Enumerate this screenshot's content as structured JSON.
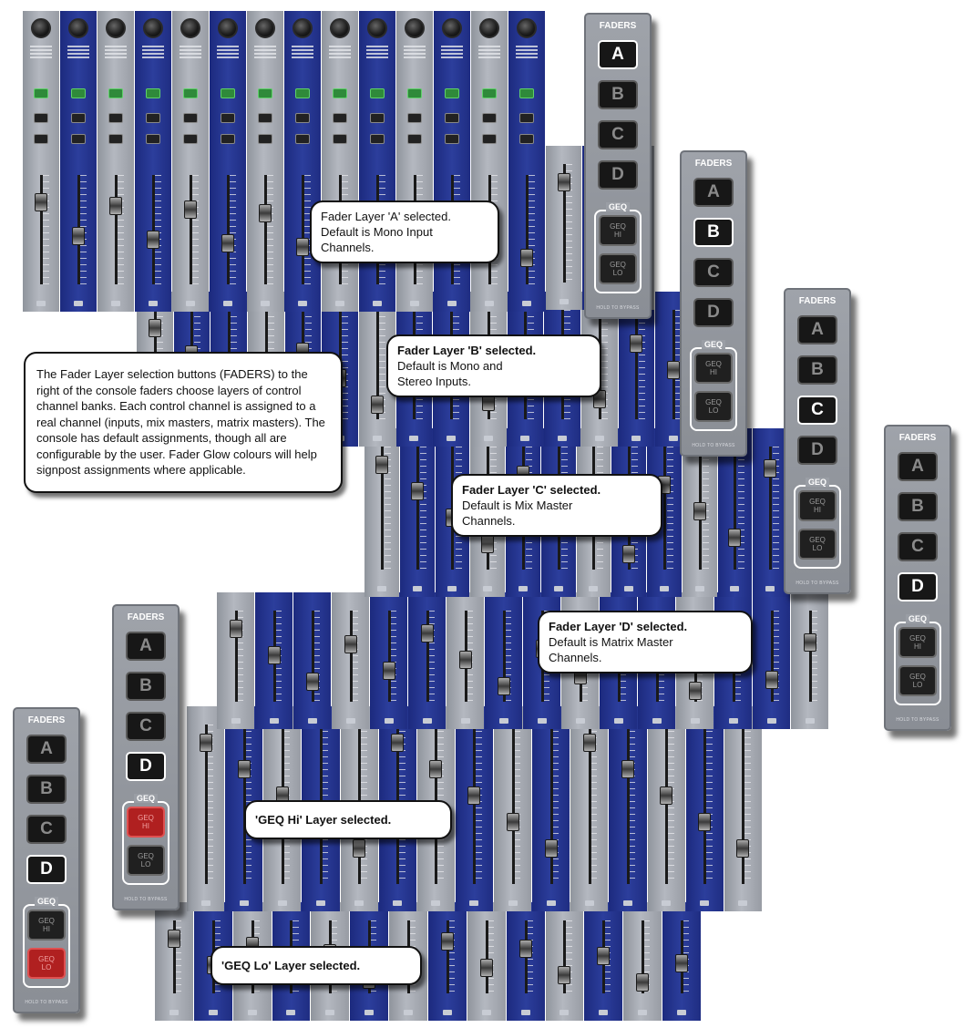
{
  "panels": [
    {
      "id": "panel-a",
      "title": "FADERS",
      "buttons": [
        "A",
        "B",
        "C",
        "D"
      ],
      "selected": "A",
      "geq_label": "GEQ",
      "geq_hi": "GEQ\nHI",
      "geq_lo": "GEQ\nLO",
      "geq_active": "",
      "footer": "HOLD TO BYPASS"
    },
    {
      "id": "panel-b",
      "title": "FADERS",
      "buttons": [
        "A",
        "B",
        "C",
        "D"
      ],
      "selected": "B",
      "geq_label": "GEQ",
      "geq_hi": "GEQ\nHI",
      "geq_lo": "GEQ\nLO",
      "geq_active": "",
      "footer": "HOLD TO BYPASS"
    },
    {
      "id": "panel-c",
      "title": "FADERS",
      "buttons": [
        "A",
        "B",
        "C",
        "D"
      ],
      "selected": "C",
      "geq_label": "GEQ",
      "geq_hi": "GEQ\nHI",
      "geq_lo": "GEQ\nLO",
      "geq_active": "",
      "footer": "HOLD TO BYPASS"
    },
    {
      "id": "panel-d",
      "title": "FADERS",
      "buttons": [
        "A",
        "B",
        "C",
        "D"
      ],
      "selected": "D",
      "geq_label": "GEQ",
      "geq_hi": "GEQ\nHI",
      "geq_lo": "GEQ\nLO",
      "geq_active": "",
      "footer": "HOLD TO BYPASS"
    },
    {
      "id": "panel-geq-hi",
      "title": "FADERS",
      "buttons": [
        "A",
        "B",
        "C",
        "D"
      ],
      "selected": "D",
      "geq_label": "GEQ",
      "geq_hi": "GEQ\nHI",
      "geq_lo": "GEQ\nLO",
      "geq_active": "hi",
      "footer": "HOLD TO BYPASS"
    },
    {
      "id": "panel-geq-lo",
      "title": "FADERS",
      "buttons": [
        "A",
        "B",
        "C",
        "D"
      ],
      "selected": "D",
      "geq_label": "GEQ",
      "geq_hi": "GEQ\nHI",
      "geq_lo": "GEQ\nLO",
      "geq_active": "lo",
      "footer": "HOLD TO BYPASS"
    }
  ],
  "callouts": {
    "layer_a": {
      "title": "",
      "text": "Fader Layer 'A' selected. Default is Mono Input Channels."
    },
    "layer_b": {
      "title": "Fader Layer 'B' selected.",
      "text": "Default is Mono and Stereo Inputs."
    },
    "layer_c": {
      "title": "Fader Layer 'C' selected.",
      "text": "Default is Mix Master Channels."
    },
    "layer_d": {
      "title": "Fader Layer 'D' selected.",
      "text": "Default is Matrix Master Channels."
    },
    "geq_hi": {
      "title": "'GEQ Hi' Layer selected.",
      "text": ""
    },
    "geq_lo": {
      "title": "'GEQ Lo' Layer selected.",
      "text": ""
    },
    "info": {
      "title": "",
      "text": "The Fader Layer selection buttons (FADERS) to the right of the console faders choose layers of control channel banks. Each control channel is assigned to a real channel (inputs, mix masters, matrix masters). The console has default assignments, though all are configurable by the user. Fader Glow colours will help signpost assignments where applicable."
    }
  },
  "colors": {
    "strip_grey": "#b4b8c0",
    "strip_blue": "#2c3e9c",
    "selected_border": "#ffffff",
    "geq_active": "#b02020"
  }
}
